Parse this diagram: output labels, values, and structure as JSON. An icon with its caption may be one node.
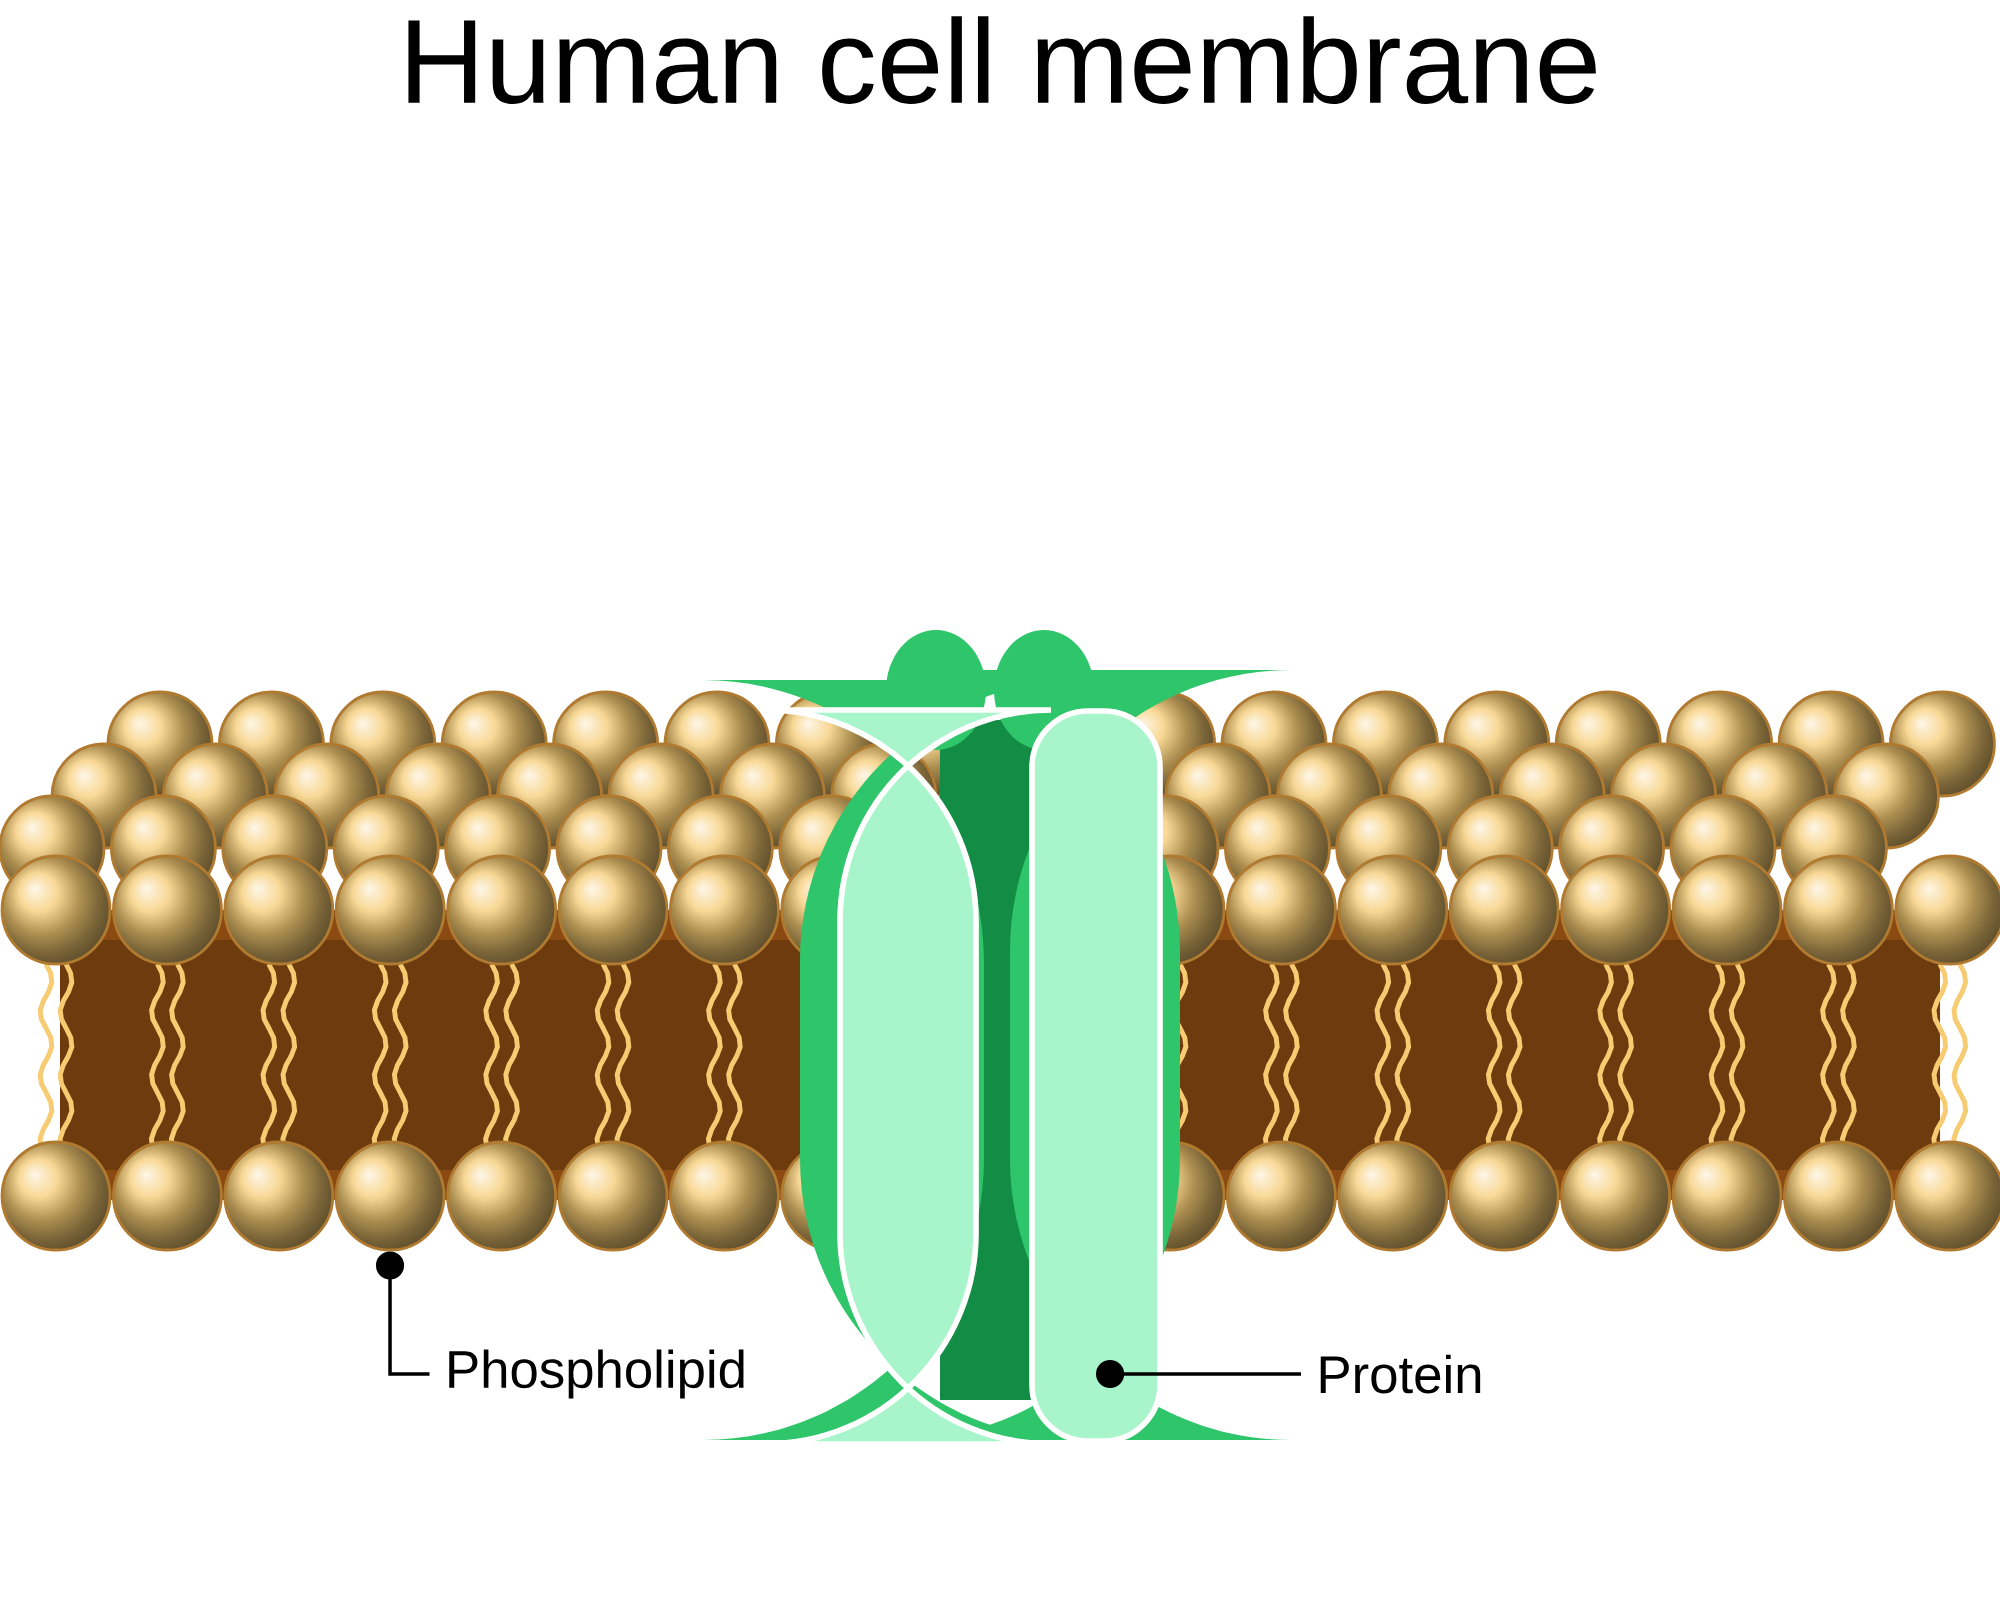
{
  "diagram": {
    "title": "Human cell membrane",
    "nodes": [
      {
        "text": [
          "Phospholipid"
        ]
      },
      {
        "text": [],
        "shape": "circle"
      },
      {
        "text": [
          "Protein"
        ]
      },
      {
        "text": [],
        "shape": "bar"
      }
    ],
    "edges": [
      {
        "from": 0,
        "to": 1,
        "arrow": "other"
      },
      {
        "from": 2,
        "to": 3,
        "arrow": "other"
      }
    ]
  }
}
